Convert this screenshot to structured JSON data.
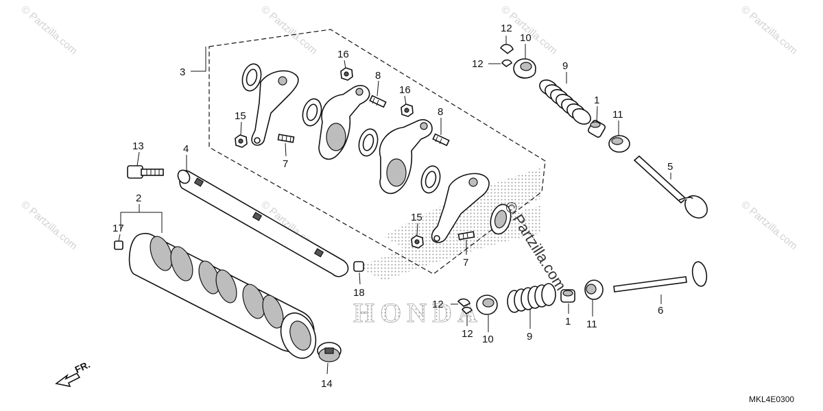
{
  "diagram": {
    "code": "MKL4E0300",
    "front_label": "FR.",
    "watermark": "© Partzilla.com",
    "logo_text": "HONDA",
    "callouts": {
      "c1a": "1",
      "c1b": "1",
      "c2": "2",
      "c3": "3",
      "c4": "4",
      "c5": "5",
      "c6": "6",
      "c7a": "7",
      "c7b": "7",
      "c8a": "8",
      "c8b": "8",
      "c9a": "9",
      "c9b": "9",
      "c10a": "10",
      "c10b": "10",
      "c11a": "11",
      "c11b": "11",
      "c12a": "12",
      "c12b": "12",
      "c12c": "12",
      "c12d": "12",
      "c13": "13",
      "c14": "14",
      "c15a": "15",
      "c15b": "15",
      "c16a": "16",
      "c16b": "16",
      "c17": "17",
      "c18": "18"
    }
  }
}
